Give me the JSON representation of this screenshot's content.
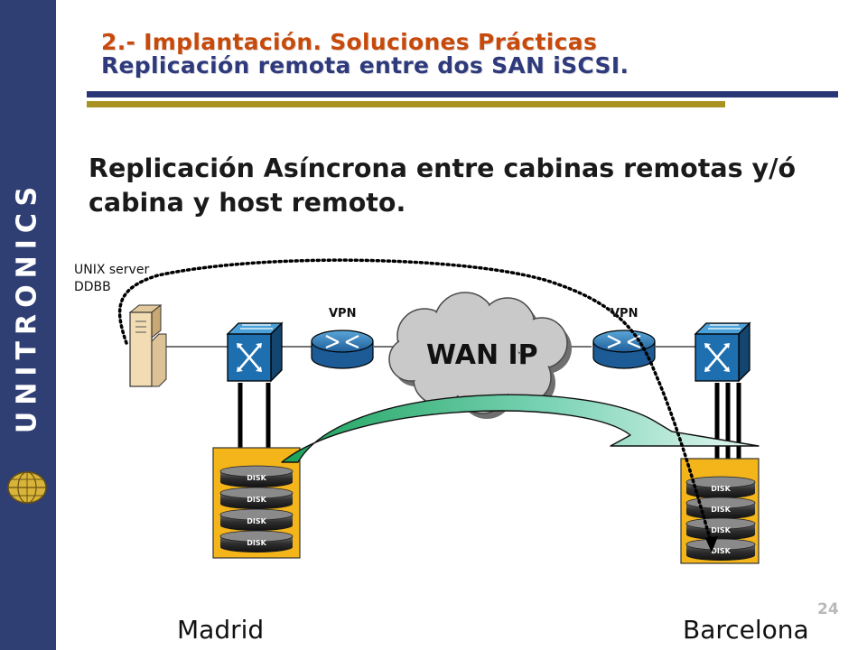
{
  "sidebar": {
    "brand_text": "UNITRONICS",
    "background": "#2f3e73"
  },
  "header": {
    "line1": "2.- Implantación. Soluciones Prácticas",
    "line2": "Replicación remota entre dos SAN iSCSI."
  },
  "headline": "Replicación Asíncrona entre cabinas remotas y/ó cabina y host remoto.",
  "diagram": {
    "server_label_1": "UNIX server",
    "server_label_2": "DDBB",
    "vpn_left": "VPN",
    "vpn_right": "VPN",
    "cloud_label": "WAN IP",
    "disk_label": "DISK",
    "left_city": "Madrid",
    "right_city": "Barcelona"
  },
  "page_number": "24"
}
